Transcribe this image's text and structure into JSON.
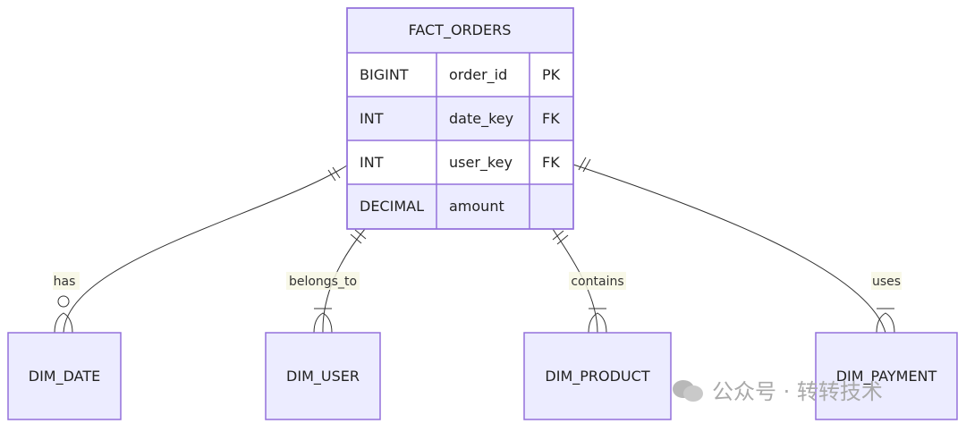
{
  "fact": {
    "title": "FACT_ORDERS",
    "attributes": [
      {
        "type": "BIGINT",
        "name": "order_id",
        "key": "PK"
      },
      {
        "type": "INT",
        "name": "date_key",
        "key": "FK"
      },
      {
        "type": "INT",
        "name": "user_key",
        "key": "FK"
      },
      {
        "type": "DECIMAL",
        "name": "amount",
        "key": ""
      }
    ]
  },
  "dimensions": [
    {
      "title": "DIM_DATE"
    },
    {
      "title": "DIM_USER"
    },
    {
      "title": "DIM_PRODUCT"
    },
    {
      "title": "DIM_PAYMENT"
    }
  ],
  "relationships": [
    {
      "label": "has"
    },
    {
      "label": "belongs_to"
    },
    {
      "label": "contains"
    },
    {
      "label": "uses"
    }
  ],
  "watermark": {
    "text": "公众号 · 转转技术"
  },
  "colors": {
    "entity_fill": "#ECECFF",
    "entity_stroke": "#9370DB",
    "line": "#333333",
    "label_bg": "#f7f7e4"
  }
}
